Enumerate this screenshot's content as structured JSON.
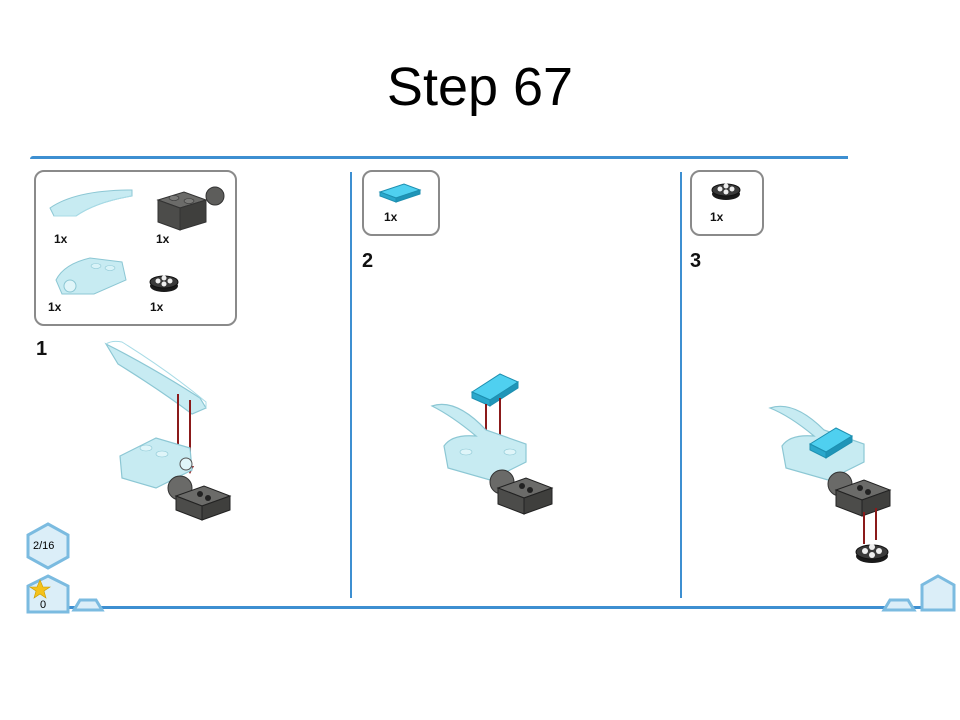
{
  "slide": {
    "title": "Step 67"
  },
  "parts_panel_1": {
    "items": [
      {
        "qty": "1x",
        "name": "trans-light-blue curved slope"
      },
      {
        "qty": "1x",
        "name": "dark gray brick with ball"
      },
      {
        "qty": "1x",
        "name": "trans-light-blue wedge with socket"
      },
      {
        "qty": "1x",
        "name": "black round plate"
      }
    ]
  },
  "parts_panel_2": {
    "items": [
      {
        "qty": "1x",
        "name": "medium azure tile 1x2"
      }
    ]
  },
  "parts_panel_3": {
    "items": [
      {
        "qty": "1x",
        "name": "black round plate"
      }
    ]
  },
  "steps": [
    {
      "number": "1"
    },
    {
      "number": "2"
    },
    {
      "number": "3"
    }
  ],
  "badges": {
    "page_counter": "2/16",
    "star_count": "0"
  },
  "colors": {
    "accent_line": "#3d8fd1",
    "trans_blue": "#bfe6ee",
    "azure_tile": "#2fc0e8",
    "dark_gray": "#5a5a58",
    "arrow_red": "#8b1a1a"
  }
}
